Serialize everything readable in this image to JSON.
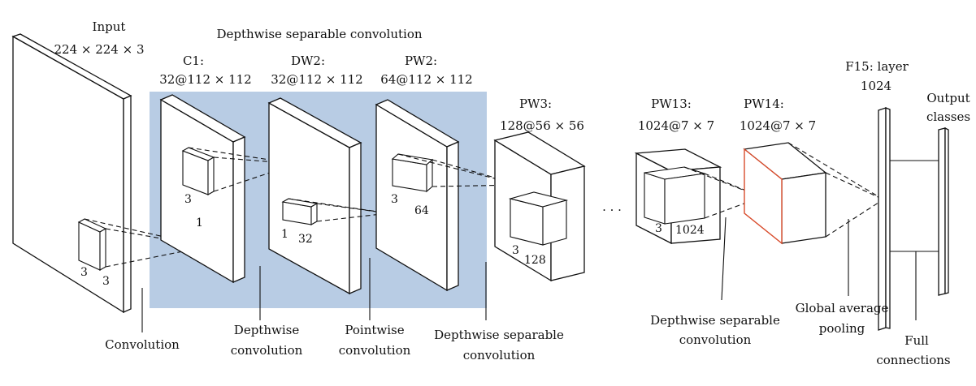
{
  "colors": {
    "block_fill": "#b8cce4",
    "highlight_edge": "#d94c2c",
    "line": "#111111"
  },
  "title": "Depthwise separable convolution",
  "input": {
    "name": "Input",
    "dims": "224 × 224 × 3",
    "kernel_h": "3",
    "kernel_w": "3"
  },
  "layers": {
    "c1": {
      "name": "C1:",
      "dims": "32@112 × 112",
      "kernel_h": "3",
      "kernel_d": "1"
    },
    "dw2": {
      "name": "DW2:",
      "dims": "32@112 × 112",
      "kernel_h": "1",
      "kernel_d": "32"
    },
    "pw2": {
      "name": "PW2:",
      "dims": "64@112 × 112",
      "kernel_h": "3",
      "kernel_d": "64"
    },
    "pw3": {
      "name": "PW3:",
      "dims": "128@56 × 56",
      "kernel_h": "3",
      "kernel_d": "128"
    },
    "pw13": {
      "name": "PW13:",
      "dims": "1024@7 × 7",
      "kernel_h": "3",
      "kernel_d": "1024"
    },
    "pw14": {
      "name": "PW14:",
      "dims": "1024@7 × 7"
    },
    "f15": {
      "name": "F15: layer",
      "dims": "1024"
    },
    "output": {
      "line1": "Output",
      "line2": "classes"
    }
  },
  "ellipsis": "· · ·",
  "annotations": {
    "convolution": "Convolution",
    "depthwise": {
      "line1": "Depthwise",
      "line2": "convolution"
    },
    "pointwise": {
      "line1": "Pointwise",
      "line2": "convolution"
    },
    "dsc1": {
      "line1": "Depthwise separable",
      "line2": "convolution"
    },
    "dsc2": {
      "line1": "Depthwise separable",
      "line2": "convolution"
    },
    "gap": {
      "line1": "Global average",
      "line2": "pooling"
    },
    "full": {
      "line1": "Full",
      "line2": "connections"
    }
  }
}
